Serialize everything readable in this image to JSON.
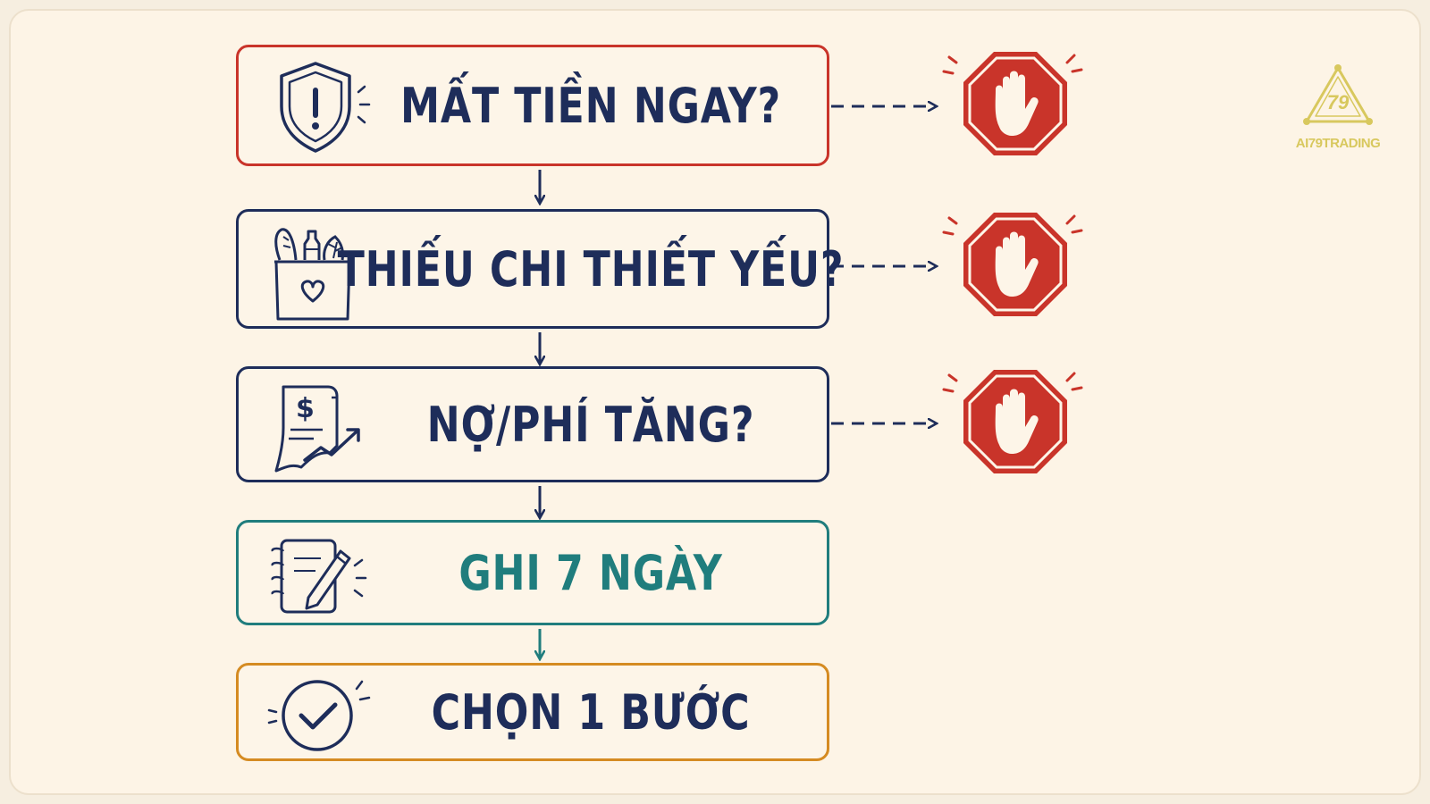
{
  "steps": [
    {
      "label": "MẤT TIỀN NGAY?",
      "icon": "shield-warning-icon",
      "outcome": "stop"
    },
    {
      "label": "THIẾU CHI THIẾT YẾU?",
      "icon": "grocery-bag-icon",
      "outcome": "stop"
    },
    {
      "label": "NỢ/PHÍ TĂNG?",
      "icon": "rising-bill-icon",
      "outcome": "stop"
    },
    {
      "label": "GHI 7 NGÀY",
      "icon": "notebook-pencil-icon"
    },
    {
      "label": "CHỌN 1 BƯỚC",
      "icon": "check-circle-icon"
    }
  ],
  "stop_icon": "stop-hand-icon",
  "logo": {
    "text": "AI79TRADING",
    "mark": "79",
    "icon": "logo-triangle-icon"
  },
  "colors": {
    "background": "#fdf4e6",
    "navy": "#1e2d5a",
    "red": "#c9342a",
    "teal": "#207d7d",
    "orange": "#d58b22",
    "logo_gold": "#d8c85e"
  }
}
